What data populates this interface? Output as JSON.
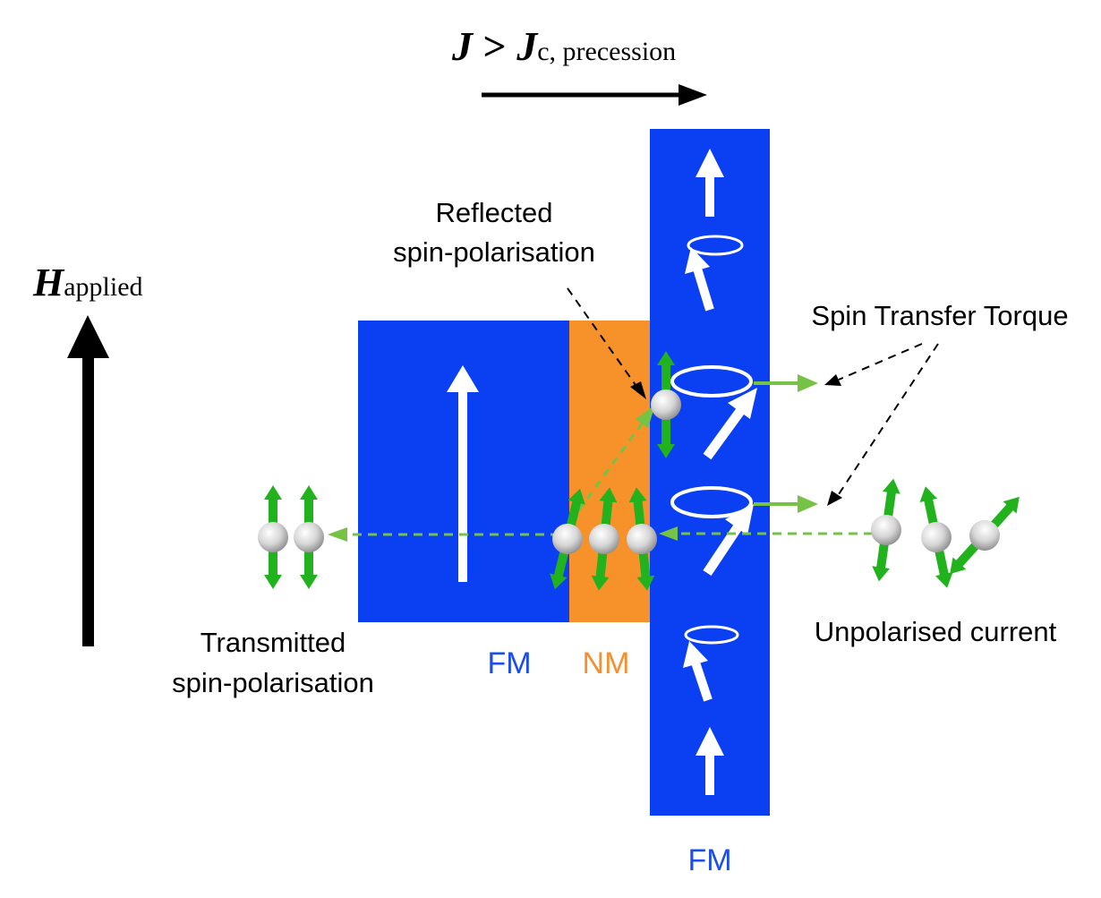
{
  "title": {
    "symbol": "J",
    "relation": " > ",
    "symbol2": "J",
    "subscript": "c, precession"
  },
  "field_label": {
    "symbol": "H",
    "subscript": "applied"
  },
  "labels": {
    "reflected_line1": "Reflected",
    "reflected_line2": "spin-polarisation",
    "transmitted_line1": "Transmitted",
    "transmitted_line2": "spin-polarisation",
    "stt": "Spin Transfer Torque",
    "unpolarised": "Unpolarised current",
    "fm_left": "FM",
    "nm": "NM",
    "fm_right": "FM"
  },
  "colors": {
    "fm": "#0a3ff2",
    "nm": "#f7922a",
    "spin_green": "#21b21e",
    "torque_green": "#76c244",
    "electron": "#d6d6d6",
    "text_fm": "#1a4cf0",
    "text_nm": "#f39130"
  }
}
